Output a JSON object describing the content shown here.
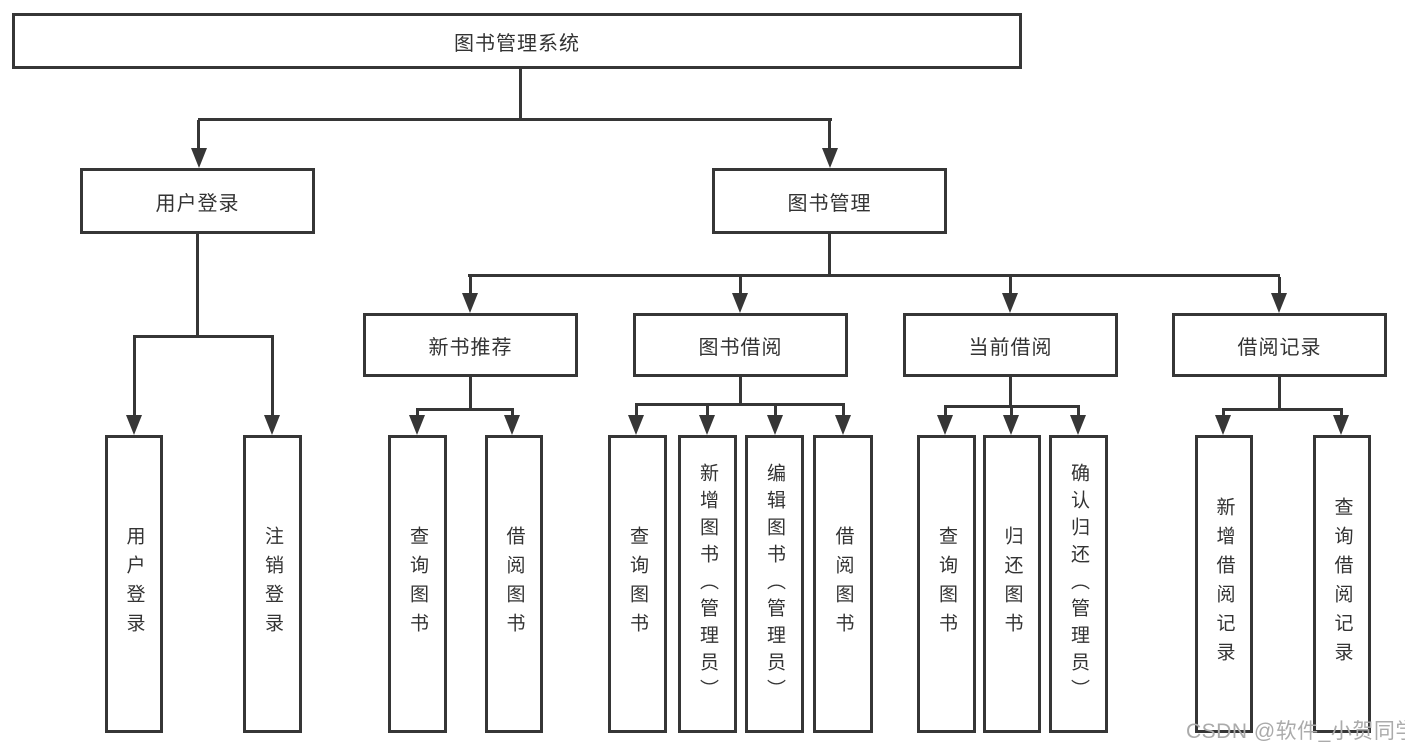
{
  "diagram": {
    "title": "图书管理系统",
    "root": {
      "label": "图书管理系统"
    },
    "level1": [
      {
        "label": "用户登录",
        "children": [
          "用户登录",
          "注销登录"
        ]
      },
      {
        "label": "图书管理",
        "branches": [
          {
            "label": "新书推荐",
            "children": [
              "查询图书",
              "借阅图书"
            ]
          },
          {
            "label": "图书借阅",
            "children": [
              "查询图书",
              "新增图书（管理员）",
              "编辑图书（管理员）",
              "借阅图书"
            ]
          },
          {
            "label": "当前借阅",
            "children": [
              "查询图书",
              "归还图书",
              "确认归还（管理员）"
            ]
          },
          {
            "label": "借阅记录",
            "children": [
              "新增借阅记录",
              "查询借阅记录"
            ]
          }
        ]
      }
    ]
  },
  "watermark": {
    "text": "CSDN @软件_小贺同学"
  },
  "colors": {
    "line": "#363636",
    "background": "#ffffff",
    "watermark": "#ababab"
  }
}
